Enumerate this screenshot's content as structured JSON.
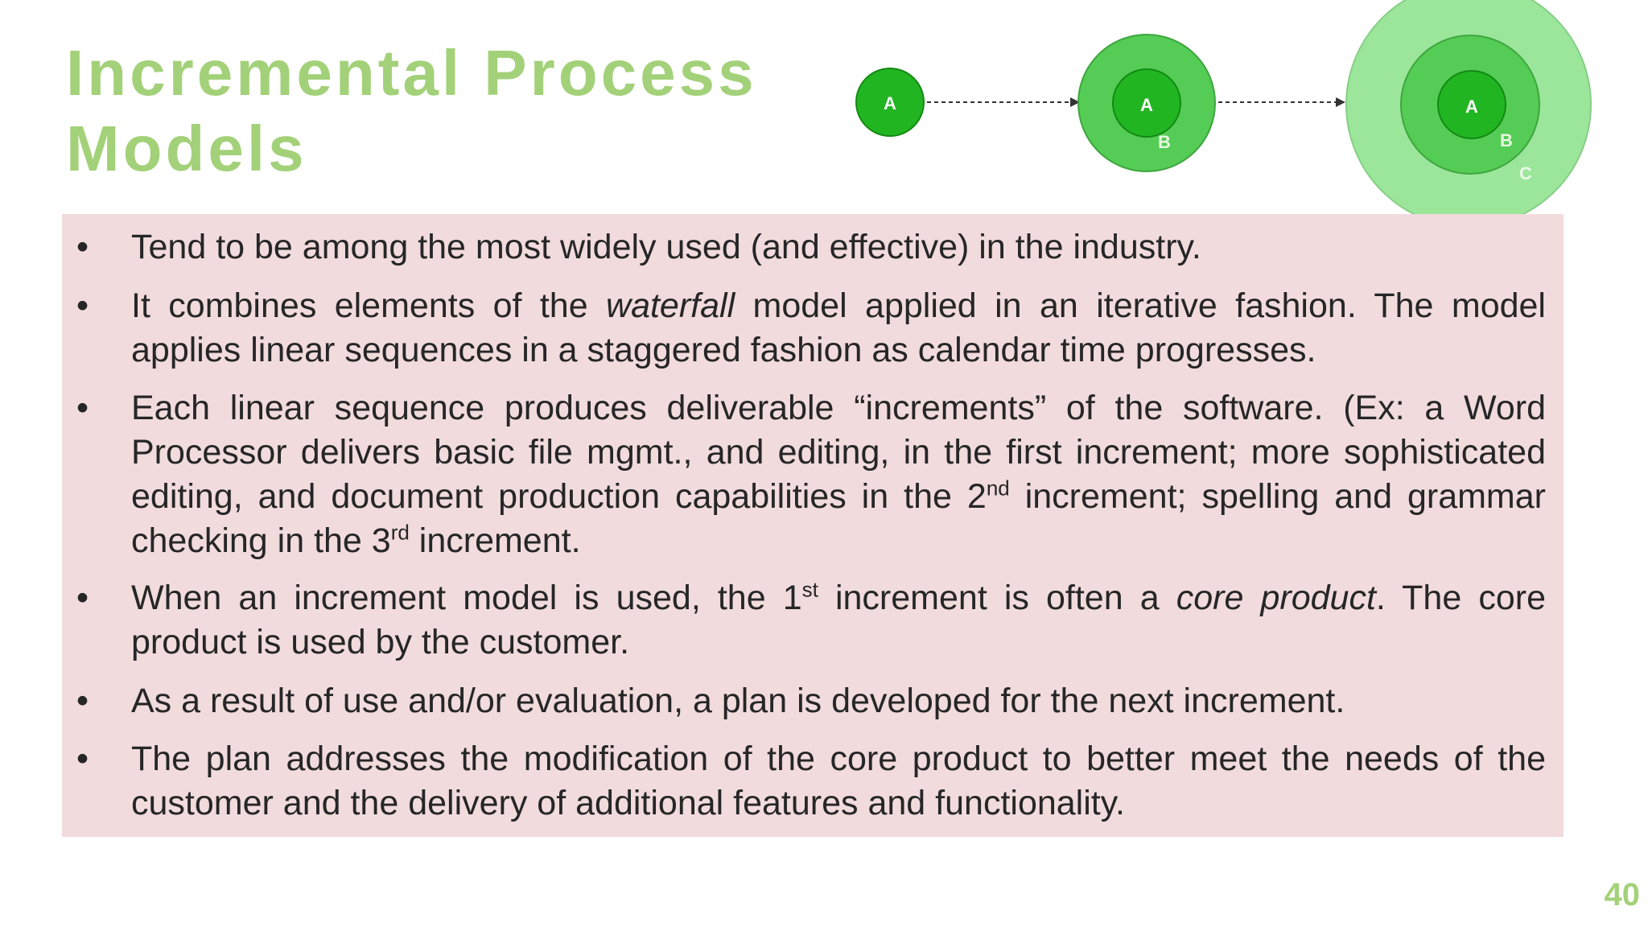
{
  "slide": {
    "title_line1": "Incremental Process",
    "title_line2": "Models",
    "page_number": "40"
  },
  "diagram": {
    "labels": {
      "a": "A",
      "b": "B",
      "c": "C"
    },
    "colors": {
      "inner": "#22b522",
      "middle": "#55cc55",
      "outer": "#9be69b",
      "arrow": "#333333"
    }
  },
  "bullets": [
    {
      "marker": "•",
      "parts": [
        "Tend to be among the most widely used (and effective) in the industry."
      ]
    },
    {
      "marker": "•",
      "parts": [
        "It combines elements of the ",
        "waterfall",
        " model applied in an iterative fashion.  The model applies linear sequences in a staggered fashion as calendar time progresses."
      ]
    },
    {
      "marker": "•",
      "parts": [
        "Each linear sequence produces deliverable “increments” of the software.  (Ex: a Word Processor delivers basic file mgmt., and editing, in the first increment; more sophisticated editing, and document production capabilities in the 2",
        "nd",
        " increment; spelling and grammar checking in the 3",
        "rd",
        " increment."
      ]
    },
    {
      "marker": "•",
      "parts": [
        "When an increment model is used, the 1",
        "st",
        " increment is often a ",
        "core product",
        ".  The core product is used by the customer."
      ]
    },
    {
      "marker": "•",
      "parts": [
        "As a result of use and/or evaluation, a plan is developed for the next increment."
      ]
    },
    {
      "marker": "•",
      "parts": [
        "The plan addresses the modification of the core product to better meet the needs of the customer and the delivery of additional features and functionality."
      ]
    }
  ]
}
